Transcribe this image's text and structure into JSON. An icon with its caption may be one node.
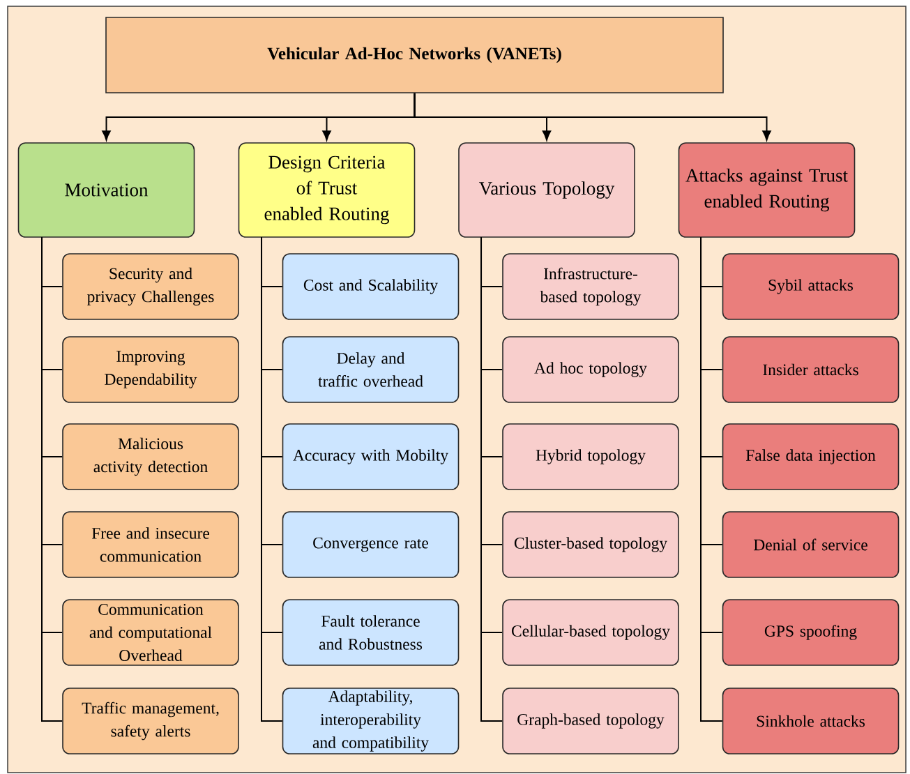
{
  "diagram": {
    "nodes": [
      {
        "text": [
          "Vehicular Ad-Hoc Networks (VANETs)"
        ]
      },
      {
        "text": [
          "Motivation"
        ]
      },
      {
        "text": [
          "Security and privacy Challenges"
        ]
      },
      {
        "text": [
          "Improving Dependability"
        ]
      },
      {
        "text": [
          "Malicious activity detection"
        ]
      },
      {
        "text": [
          "Free and insecure communication"
        ]
      },
      {
        "text": [
          "Communication and computational Overhead"
        ]
      },
      {
        "text": [
          "Traffic management, safety alerts"
        ]
      },
      {
        "text": [
          "Design Criteria of Trust enabled Routing"
        ]
      },
      {
        "text": [
          "Cost and Scalability"
        ]
      },
      {
        "text": [
          "Delay and traffic overhead"
        ]
      },
      {
        "text": [
          "Accuracy with Mobilty"
        ]
      },
      {
        "text": [
          "Convergence rate"
        ]
      },
      {
        "text": [
          "Fault tolerance and Robustness"
        ]
      },
      {
        "text": [
          "Adaptability, interoperability and compatibility"
        ]
      },
      {
        "text": [
          "Various Topology"
        ]
      },
      {
        "text": [
          "Infrastructure-based topology"
        ]
      },
      {
        "text": [
          "Ad hoc topology"
        ]
      },
      {
        "text": [
          "Hybrid topology"
        ]
      },
      {
        "text": [
          "Cluster-based topology"
        ]
      },
      {
        "text": [
          "Cellular-based topology"
        ]
      },
      {
        "text": [
          "Graph-based topology"
        ]
      },
      {
        "text": [
          "Attacks against Trust enabled Routing"
        ]
      },
      {
        "text": [
          "Sybil attacks"
        ]
      },
      {
        "text": [
          "Insider attacks"
        ]
      },
      {
        "text": [
          "False data injection"
        ]
      },
      {
        "text": [
          "Denial of service"
        ]
      },
      {
        "text": [
          "GPS spoofing"
        ]
      },
      {
        "text": [
          "Sinkhole attacks"
        ]
      }
    ],
    "edges": [
      {
        "from": 0,
        "to": 1,
        "arrow": "to"
      },
      {
        "from": 0,
        "to": 8,
        "arrow": "to"
      },
      {
        "from": 0,
        "to": 15,
        "arrow": "to"
      },
      {
        "from": 0,
        "to": 22,
        "arrow": "to"
      },
      {
        "from": 1,
        "to": 2,
        "arrow": "none"
      },
      {
        "from": 1,
        "to": 3,
        "arrow": "none"
      },
      {
        "from": 1,
        "to": 4,
        "arrow": "none"
      },
      {
        "from": 1,
        "to": 5,
        "arrow": "none"
      },
      {
        "from": 1,
        "to": 6,
        "arrow": "none"
      },
      {
        "from": 1,
        "to": 7,
        "arrow": "none"
      },
      {
        "from": 8,
        "to": 9,
        "arrow": "none"
      },
      {
        "from": 8,
        "to": 10,
        "arrow": "none"
      },
      {
        "from": 8,
        "to": 11,
        "arrow": "none"
      },
      {
        "from": 8,
        "to": 12,
        "arrow": "none"
      },
      {
        "from": 8,
        "to": 13,
        "arrow": "none"
      },
      {
        "from": 8,
        "to": 14,
        "arrow": "none"
      },
      {
        "from": 15,
        "to": 16,
        "arrow": "none"
      },
      {
        "from": 15,
        "to": 17,
        "arrow": "none"
      },
      {
        "from": 15,
        "to": 18,
        "arrow": "none"
      },
      {
        "from": 15,
        "to": 19,
        "arrow": "none"
      },
      {
        "from": 15,
        "to": 20,
        "arrow": "none"
      },
      {
        "from": 15,
        "to": 21,
        "arrow": "none"
      },
      {
        "from": 22,
        "to": 23,
        "arrow": "none"
      },
      {
        "from": 22,
        "to": 24,
        "arrow": "none"
      },
      {
        "from": 22,
        "to": 25,
        "arrow": "none"
      },
      {
        "from": 22,
        "to": 26,
        "arrow": "none"
      },
      {
        "from": 22,
        "to": 27,
        "arrow": "none"
      },
      {
        "from": 22,
        "to": 28,
        "arrow": "none"
      }
    ]
  }
}
